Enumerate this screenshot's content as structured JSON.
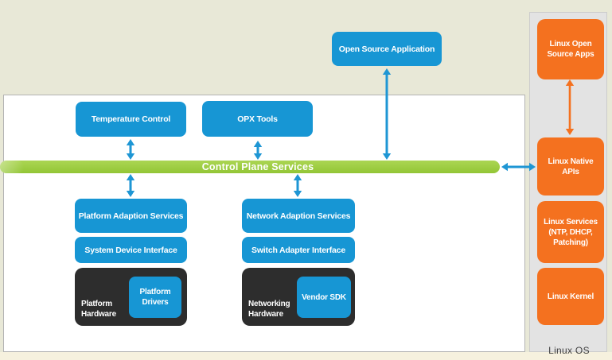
{
  "colors": {
    "blue": "#1796d4",
    "orange": "#f4711f",
    "green": "#9bca3e",
    "dark_gray_box": "#2d2d2d",
    "background": "#e8e8d7",
    "panel_gray": "#e3e3e3"
  },
  "top": {
    "open_source_application": "Open Source Application"
  },
  "bus": {
    "label": "Control Plane Services"
  },
  "north": {
    "temperature_control": "Temperature Control",
    "opx_tools": "OPX Tools"
  },
  "platform_stack": {
    "adaption_services": "Platform Adaption Services",
    "device_interface": "System Device Interface",
    "hardware": "Platform Hardware",
    "drivers": "Platform Drivers"
  },
  "network_stack": {
    "adaption_services": "Network Adaption Services",
    "adapter_interface": "Switch Adapter Interface",
    "hardware": "Networking Hardware",
    "sdk": "Vendor SDK"
  },
  "linux_panel": {
    "open_source_apps": "Linux Open Source Apps",
    "native_apis": "Linux Native APIs",
    "services": "Linux Services (NTP, DHCP, Patching)",
    "kernel": "Linux Kernel",
    "label": "Linux OS"
  }
}
